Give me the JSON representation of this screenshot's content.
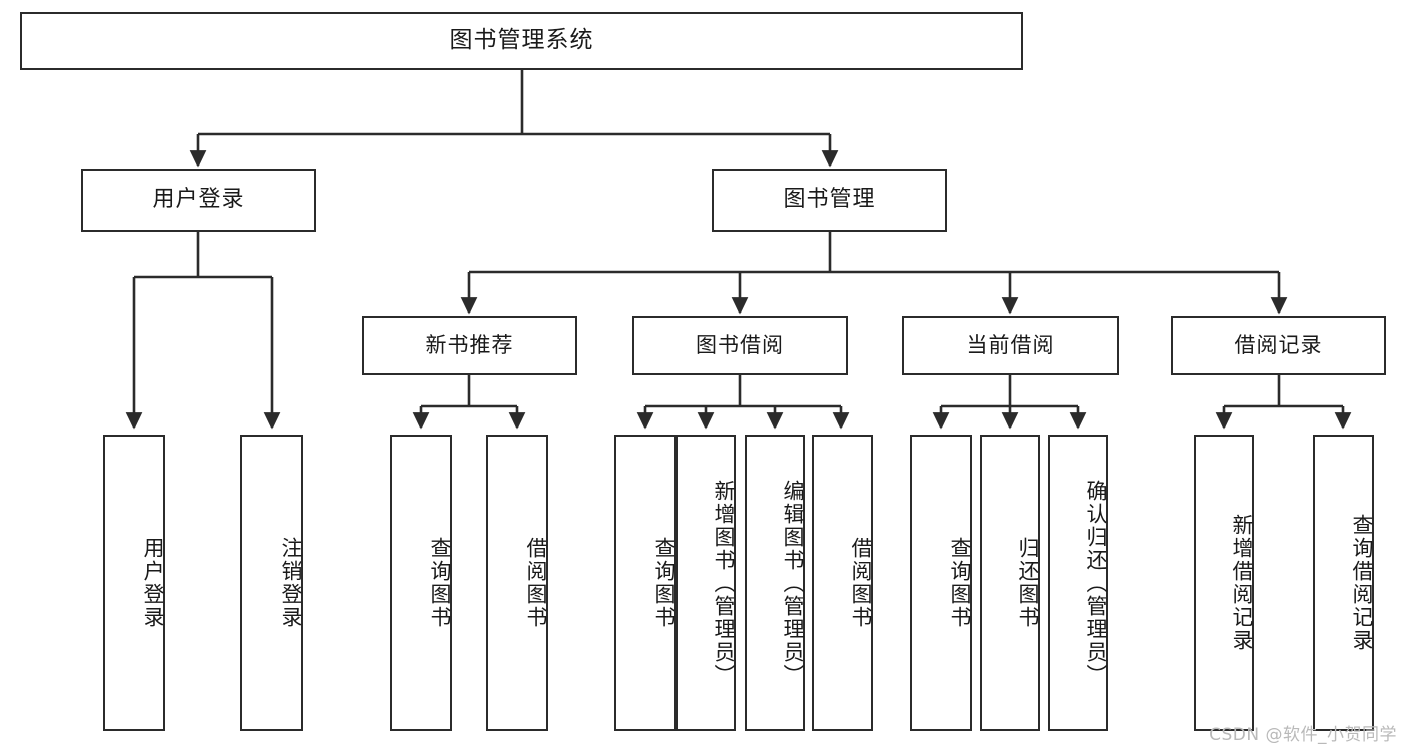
{
  "diagram": {
    "title": "图书管理系统",
    "type": "hierarchy-tree",
    "watermark": "CSDN @软件_小贺同学",
    "colors": {
      "box_border": "#2b2b2b",
      "box_fill": "#ffffff",
      "connector": "#2b2b2b",
      "text": "#1a1a1a",
      "watermark": "#b9b9b9"
    },
    "nodes": {
      "root": {
        "label": "图书管理系统"
      },
      "level2": [
        {
          "id": "user-login",
          "label": "用户登录"
        },
        {
          "id": "book-manage",
          "label": "图书管理"
        }
      ],
      "level3": [
        {
          "id": "new-book-rec",
          "label": "新书推荐"
        },
        {
          "id": "book-borrow",
          "label": "图书借阅"
        },
        {
          "id": "current-borrow",
          "label": "当前借阅"
        },
        {
          "id": "borrow-record",
          "label": "借阅记录"
        }
      ],
      "leaves": [
        {
          "id": "leaf-user-login",
          "label": "用户登录",
          "parent": "user-login"
        },
        {
          "id": "leaf-user-logout",
          "label": "注销登录",
          "parent": "user-login"
        },
        {
          "id": "leaf-query-book-1",
          "label": "查询图书",
          "parent": "new-book-rec"
        },
        {
          "id": "leaf-borrow-book-1",
          "label": "借阅图书",
          "parent": "new-book-rec"
        },
        {
          "id": "leaf-query-book-2",
          "label": "查询图书",
          "parent": "book-borrow"
        },
        {
          "id": "leaf-add-book",
          "label": "新增图书（管理员）",
          "parent": "book-borrow"
        },
        {
          "id": "leaf-edit-book",
          "label": "编辑图书（管理员）",
          "parent": "book-borrow"
        },
        {
          "id": "leaf-borrow-book-2",
          "label": "借阅图书",
          "parent": "book-borrow"
        },
        {
          "id": "leaf-query-book-3",
          "label": "查询图书",
          "parent": "current-borrow"
        },
        {
          "id": "leaf-return-book",
          "label": "归还图书",
          "parent": "current-borrow"
        },
        {
          "id": "leaf-confirm-return",
          "label": "确认归还（管理员）",
          "parent": "current-borrow"
        },
        {
          "id": "leaf-add-record",
          "label": "新增借阅记录",
          "parent": "borrow-record"
        },
        {
          "id": "leaf-query-record",
          "label": "查询借阅记录",
          "parent": "borrow-record"
        }
      ]
    }
  }
}
